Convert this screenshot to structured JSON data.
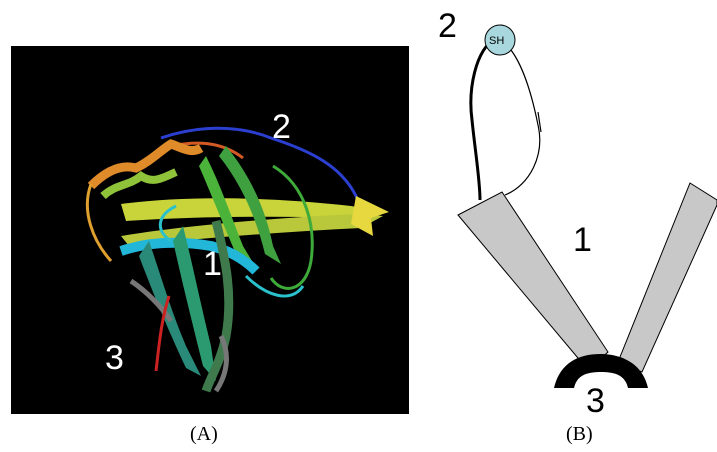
{
  "panel_a": {
    "caption": "(A)",
    "labels": {
      "region_1": "1",
      "region_2": "2",
      "region_3": "3"
    }
  },
  "panel_b": {
    "caption": "(B)",
    "labels": {
      "region_1": "1",
      "region_2": "2",
      "region_3": "3",
      "thiol": "SH"
    }
  },
  "colors": {
    "background_a": "#000000",
    "arm_fill": "#c8c8c8",
    "sh_circle": "#a9d7de",
    "hinge": "#000000"
  }
}
